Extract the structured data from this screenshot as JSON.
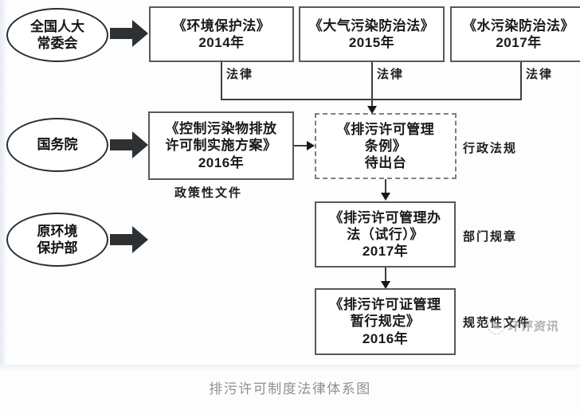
{
  "figure": {
    "caption": "排污许可制度法律体系图"
  },
  "actors": [
    {
      "id": "npc",
      "lines": [
        "全国人大",
        "常委会"
      ]
    },
    {
      "id": "statecouncil",
      "lines": [
        "国务院"
      ]
    },
    {
      "id": "mep",
      "lines": [
        "原环境",
        "保护部"
      ]
    }
  ],
  "laws": [
    {
      "id": "law-eps",
      "title": "《环境保护法》",
      "year": "2014年",
      "tier": "法律"
    },
    {
      "id": "law-air",
      "title": "《大气污染防治法》",
      "year": "2015年",
      "tier": "法律"
    },
    {
      "id": "law-water",
      "title": "《水污染防治法》",
      "year": "2017年",
      "tier": "法律"
    }
  ],
  "documents": [
    {
      "id": "policy-plan",
      "lines": [
        "《控制污染物排放",
        "许可制实施方案》",
        "2016年"
      ],
      "tier": "政策性文件",
      "status": ""
    },
    {
      "id": "regulation-draft",
      "lines": [
        "《排污许可管理",
        "条例》",
        "待出台"
      ],
      "tier": "行政法规",
      "status": "待出台"
    },
    {
      "id": "ministry-measures",
      "lines": [
        "《排污许可管理办",
        "法（试行）》",
        "2017年"
      ],
      "tier": "部门规章",
      "status": ""
    },
    {
      "id": "interim-provisions",
      "lines": [
        "《排污许可证管理",
        "暂行规定》",
        "2016年"
      ],
      "tier": "规范性文件",
      "status": ""
    }
  ],
  "watermark": {
    "text": "环评资讯",
    "logo": "leaf-circle-logo"
  }
}
